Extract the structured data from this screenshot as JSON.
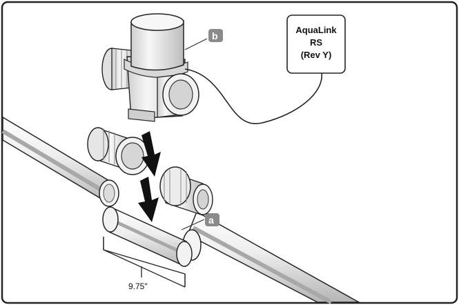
{
  "controller": {
    "lines": [
      "AquaLink",
      "RS",
      "(Rev Y)"
    ]
  },
  "callouts": {
    "valve": "b",
    "pipe_section": "a"
  },
  "dimension": {
    "label": "9.75\""
  },
  "colors": {
    "outline": "#222222",
    "pipe_fill": "#e9e9e9",
    "pipe_shade": "#b9b9b9",
    "badge": "#8a8a8a",
    "arrow": "#111111"
  }
}
